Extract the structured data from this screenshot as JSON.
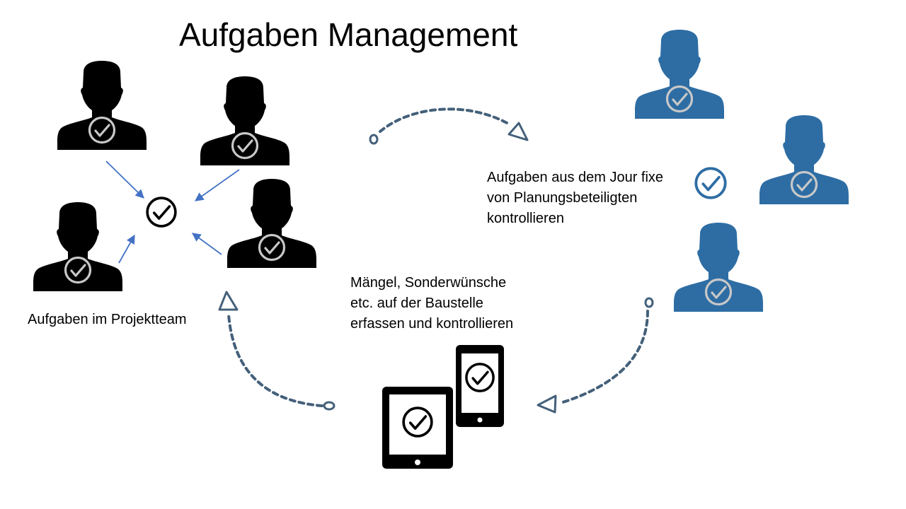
{
  "title": "Aufgaben Management",
  "labels": {
    "team": "Aufgaben im Projektteam",
    "jour": [
      "Aufgaben aus dem Jour fixe",
      "von Planungsbeteiligten",
      "kontrollieren"
    ],
    "site": [
      "Mängel, Sonderwünsche",
      "etc. auf der Baustelle",
      "erfassen und kontrollieren"
    ]
  },
  "colors": {
    "team_person": "#000000",
    "planner_person": "#2e6da4",
    "check_on_person": "#c8c8c8",
    "arrow": "#4472c4",
    "cycle_arrow": "#44607a",
    "device": "#000000",
    "check_standalone": "#000000",
    "check_blue": "#2e6da4"
  },
  "icons": {
    "person": "person-silhouette-icon",
    "check": "check-circle-icon",
    "tablet": "tablet-icon",
    "phone": "smartphone-icon",
    "arrow": "arrow-icon",
    "cycle": "dashed-cycle-arrow-icon"
  }
}
